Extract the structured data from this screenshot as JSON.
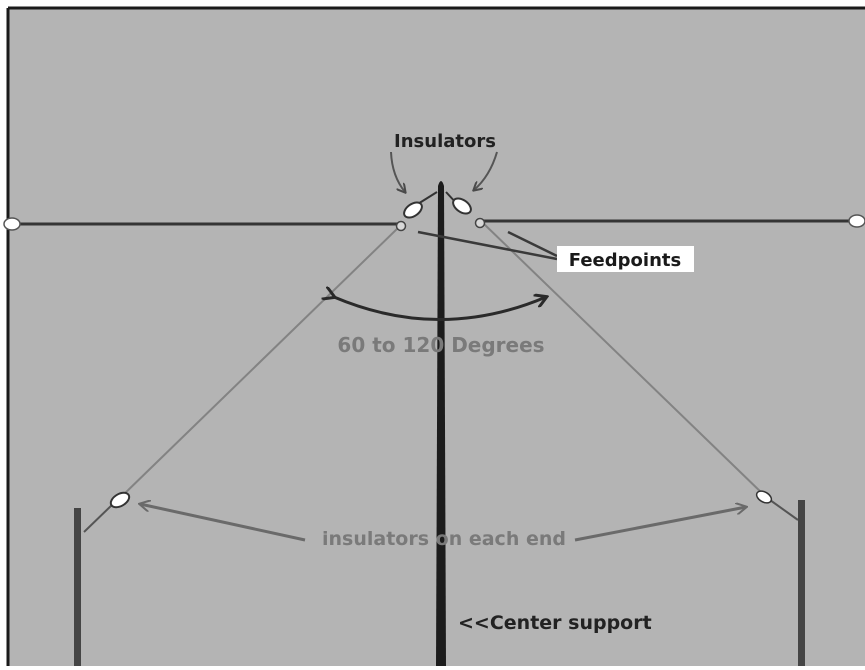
{
  "labels": {
    "insulators_top": "Insulators",
    "feedpoints": "Feedpoints",
    "angle": "60 to 120 Degrees",
    "insulators_ends": "insulators on each end",
    "center_support": "<<Center support"
  },
  "colors": {
    "background": "#b4b4b4",
    "frame": "#1a1a1a",
    "wire": "#353535",
    "mast": "#1c1c1c",
    "side_pole": "#454545",
    "elements": "#838383",
    "faded_text": "#7a7a7a",
    "dark_text": "#222222",
    "feedpoint_box": "#ffffff",
    "insulator_fill": "#ffffff"
  },
  "icons": [
    "insulator-icon",
    "arrow-icon",
    "angle-arc-icon"
  ]
}
